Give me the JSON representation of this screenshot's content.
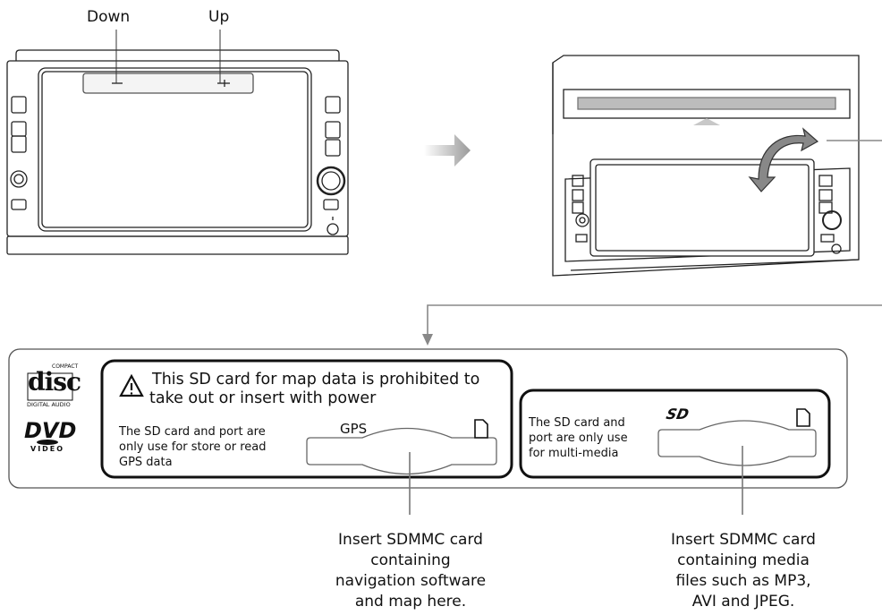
{
  "labels": {
    "down": "Down",
    "up": "Up"
  },
  "panel": {
    "compact_disc": {
      "top": "COMPACT",
      "middle": "disc",
      "bottom": "DIGITAL AUDIO"
    },
    "dvd": {
      "top": "DVD",
      "bottom": "VIDEO"
    },
    "gps_slot": {
      "warning_line1": "This SD card for map data is prohibited to",
      "warning_line2": "take out or insert with power",
      "note_lines": [
        "The SD card and port are",
        "only use for store or read",
        "GPS data"
      ],
      "slot_label": "GPS"
    },
    "media_slot": {
      "note_lines": [
        "The SD card and",
        "port are only use",
        "for multi-media"
      ],
      "slot_logo": "SD"
    }
  },
  "captions": {
    "gps": [
      "Insert SDMMC card",
      "containing",
      "navigation software",
      "and map here."
    ],
    "media": [
      "Insert SDMMC card",
      "containing media",
      "files such as MP3,",
      "AVI and JPEG."
    ]
  }
}
